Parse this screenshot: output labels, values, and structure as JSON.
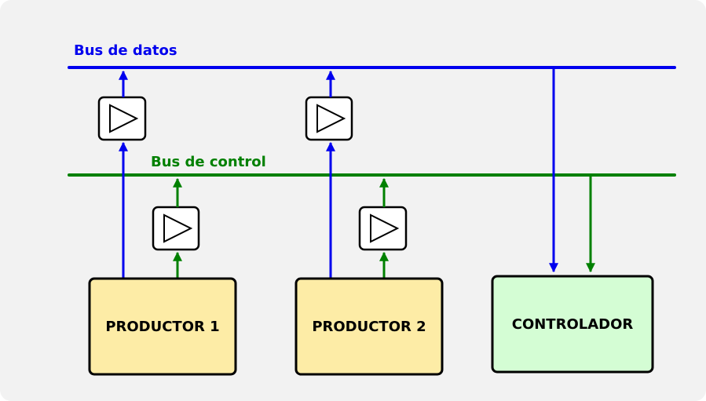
{
  "buses": {
    "data_bus": {
      "label": "Bus de datos",
      "color": "#0000ee"
    },
    "control_bus": {
      "label": "Bus de control",
      "color": "#008000"
    }
  },
  "blocks": {
    "producer_1": {
      "label": "PRODUCTOR 1",
      "fill": "#fdeca6"
    },
    "producer_2": {
      "label": "PRODUCTOR 2",
      "fill": "#fdeca6"
    },
    "controller": {
      "label": "CONTROLADOR",
      "fill": "#d4fdd4"
    }
  },
  "colors": {
    "background": "#f2f2f2",
    "stroke": "#000000",
    "buffer_fill": "#ffffff"
  },
  "buffer_icon": "triangle-buffer-icon"
}
